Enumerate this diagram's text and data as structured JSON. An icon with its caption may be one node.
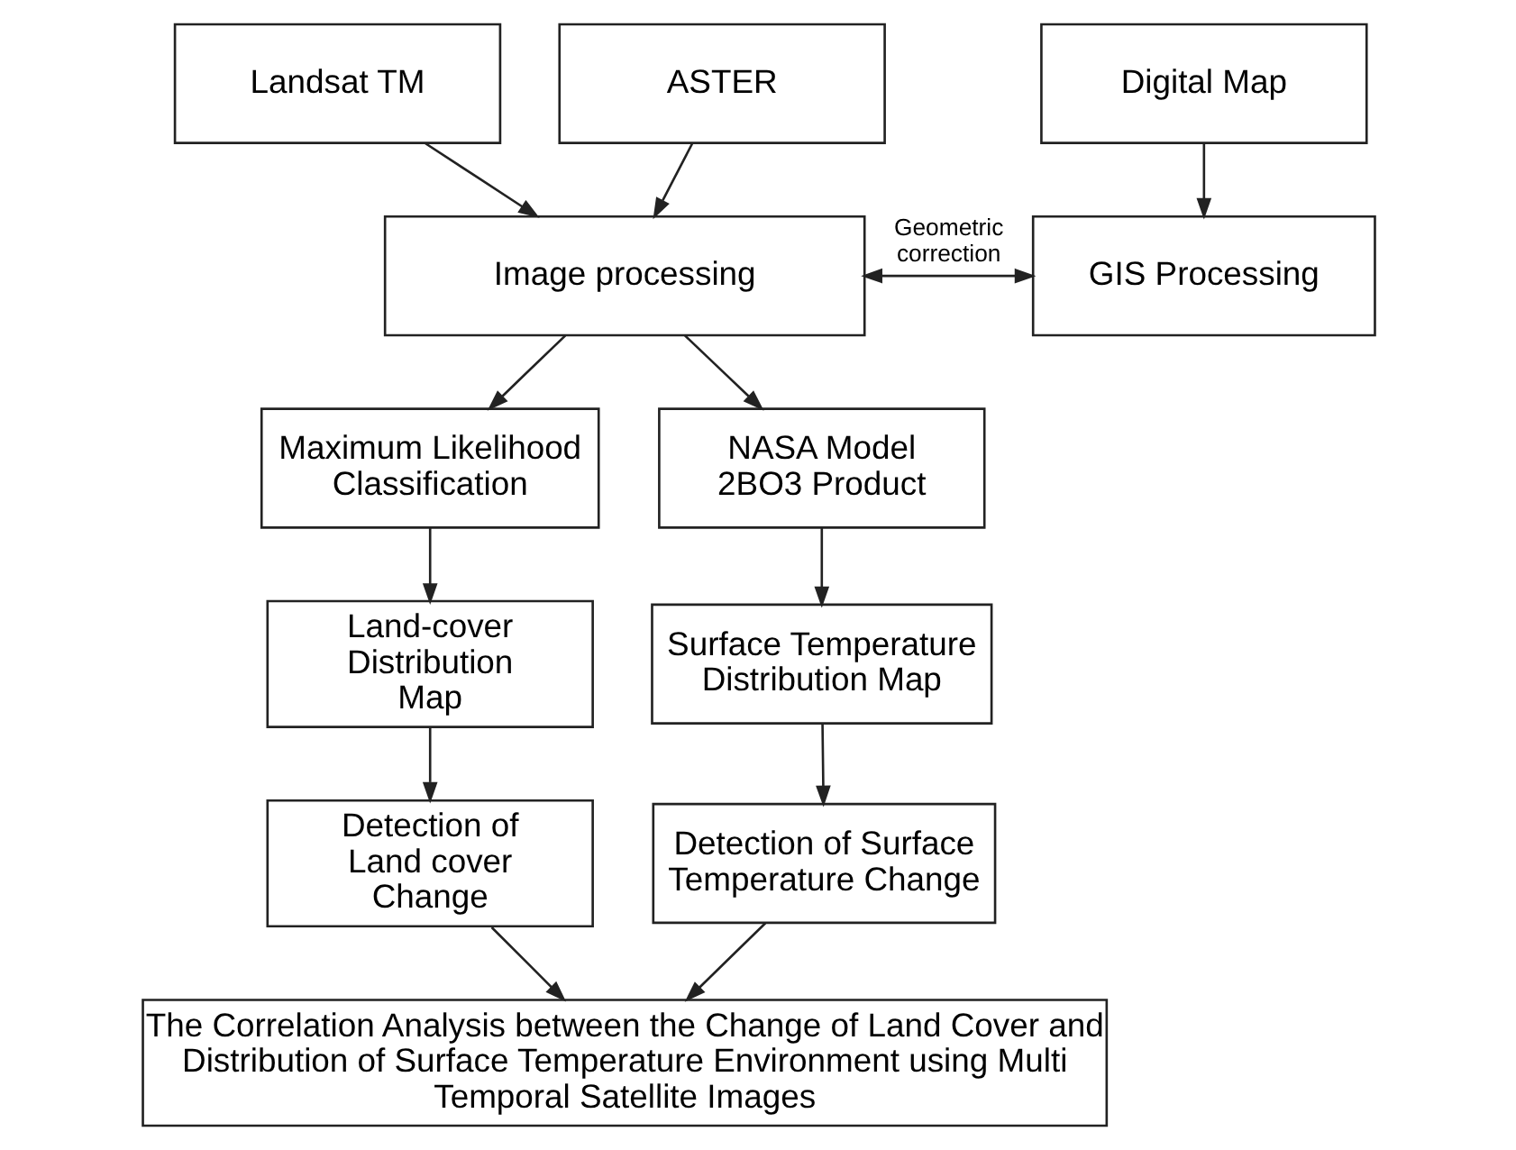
{
  "diagram": {
    "nodes": [
      {
        "text": [
          "Landsat TM"
        ]
      },
      {
        "text": [
          "ASTER"
        ]
      },
      {
        "text": [
          "Digital Map"
        ]
      },
      {
        "text": [
          "Image processing"
        ]
      },
      {
        "text": [
          "GIS Processing"
        ]
      },
      {
        "text": [
          "Maximum Likelihood Classification"
        ]
      },
      {
        "text": [
          "NASA Model 2BO3 Product"
        ]
      },
      {
        "text": [
          "Land-cover Distribution Map"
        ]
      },
      {
        "text": [
          "Surface Temperature Distribution Map"
        ]
      },
      {
        "text": [
          "Detection of Land cover Change"
        ]
      },
      {
        "text": [
          "Detection of Surface Temperature Change"
        ]
      },
      {
        "text": [
          "The Correlation Analysis between the Change of Land Cover and Distribution of Surface Temperature Environment using Multi Temporal Satellite Images"
        ]
      }
    ],
    "edges": [
      {
        "from": 0,
        "to": 3,
        "arrow": "to"
      },
      {
        "from": 1,
        "to": 3,
        "arrow": "to"
      },
      {
        "from": 2,
        "to": 4,
        "arrow": "to"
      },
      {
        "from": 3,
        "to": 4,
        "arrow": "both",
        "label": "Geometric correction"
      },
      {
        "from": 3,
        "to": 5,
        "arrow": "to"
      },
      {
        "from": 3,
        "to": 6,
        "arrow": "to"
      },
      {
        "from": 5,
        "to": 7,
        "arrow": "to"
      },
      {
        "from": 6,
        "to": 8,
        "arrow": "to"
      },
      {
        "from": 7,
        "to": 9,
        "arrow": "to"
      },
      {
        "from": 8,
        "to": 10,
        "arrow": "to"
      },
      {
        "from": 9,
        "to": 11,
        "arrow": "to"
      },
      {
        "from": 10,
        "to": 11,
        "arrow": "to"
      }
    ]
  }
}
